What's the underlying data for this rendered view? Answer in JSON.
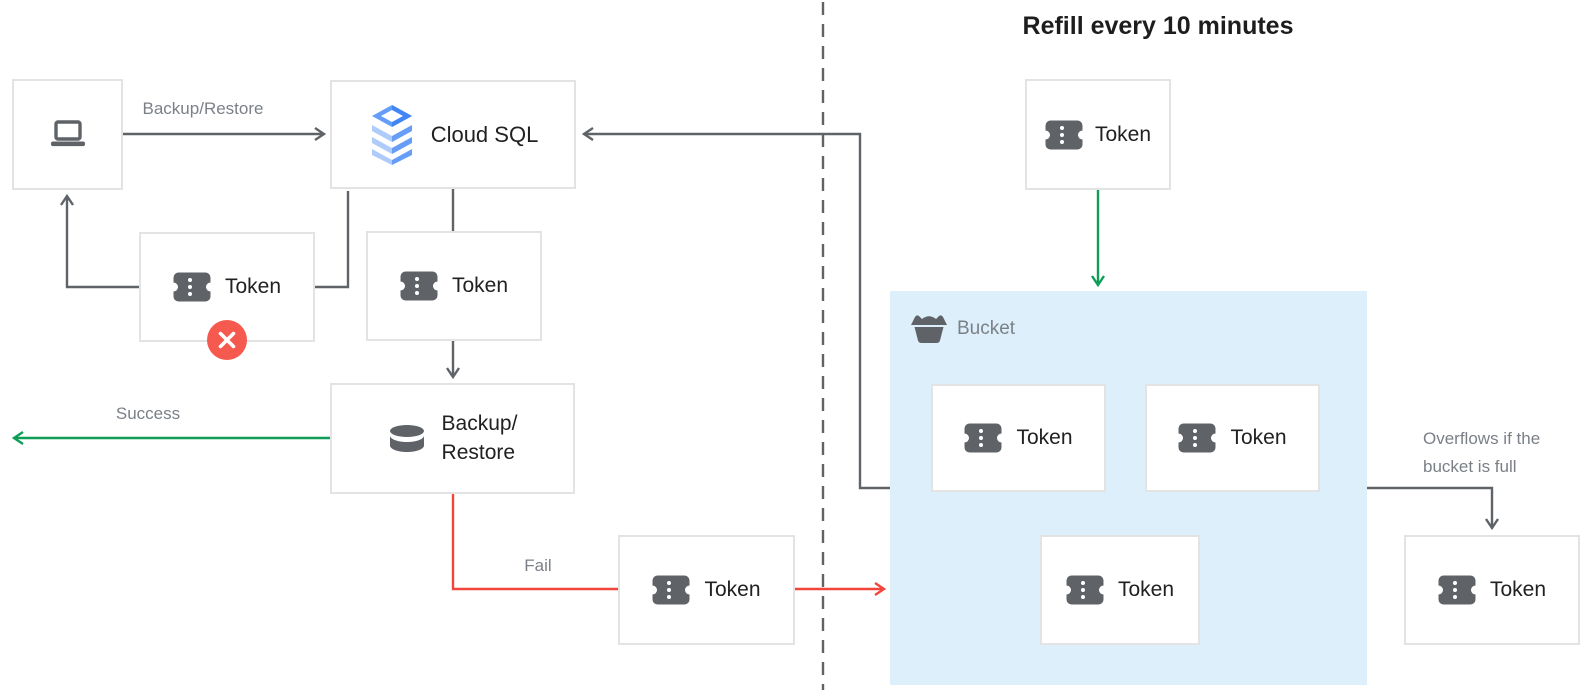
{
  "diagram": {
    "title": "Refill every 10 minutes",
    "nodes": {
      "cloud_sql": "Cloud SQL",
      "backup_restore_line1": "Backup/",
      "backup_restore_line2": "Restore",
      "bucket": "Bucket",
      "token_rejected": "Token",
      "token_pending": "Token",
      "token_fail": "Token",
      "token_refill": "Token",
      "token_bucket_1": "Token",
      "token_bucket_2": "Token",
      "token_bucket_3": "Token",
      "token_overflow": "Token"
    },
    "labels": {
      "backup_restore_edge": "Backup/Restore",
      "success": "Success",
      "fail": "Fail",
      "overflow_line1": "Overflows if the",
      "overflow_line2": "bucket is full"
    },
    "colors": {
      "line_gray": "#5f6368",
      "success_green": "#0f9d58",
      "fail_red": "#f2453c",
      "error_badge_red": "#f6594e",
      "bucket_background": "#ddeffa",
      "box_border": "#e3e3e3",
      "label_gray": "#7b8087",
      "text_dark": "#212121",
      "cloud_sql_blue_dark": "#4285f4",
      "cloud_sql_blue_mid": "#669df6",
      "cloud_sql_blue_light": "#aecbfa"
    }
  }
}
